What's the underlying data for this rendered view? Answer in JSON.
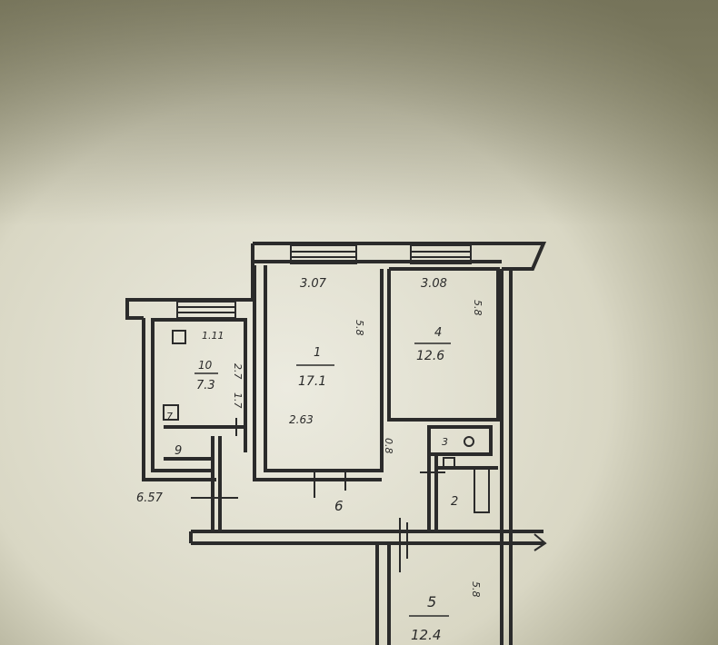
{
  "plan": {
    "dims": {
      "top_mid": "3.07",
      "top_right": "3.08",
      "left_room_top": "1.11",
      "room1_side": "5.8",
      "room4_side": "5.8",
      "room10_side_a": "2.7",
      "room10_side_b": "1.7",
      "corridor_side": "0.8",
      "room5_side": "5.8",
      "bottom_left": "6.57",
      "lower_mid": "2.63"
    },
    "rooms": {
      "r10": {
        "num": "10",
        "area": "7.3"
      },
      "r1": {
        "num": "1",
        "area": "17.1"
      },
      "r4": {
        "num": "4",
        "area": "12.6"
      },
      "r5": {
        "num": "5",
        "area": "12.4"
      },
      "r9": {
        "num": "9"
      },
      "r6": {
        "num": "6"
      },
      "r2": {
        "num": "2"
      },
      "r3": {
        "num": "3"
      },
      "r7": {
        "num": "7"
      }
    }
  }
}
